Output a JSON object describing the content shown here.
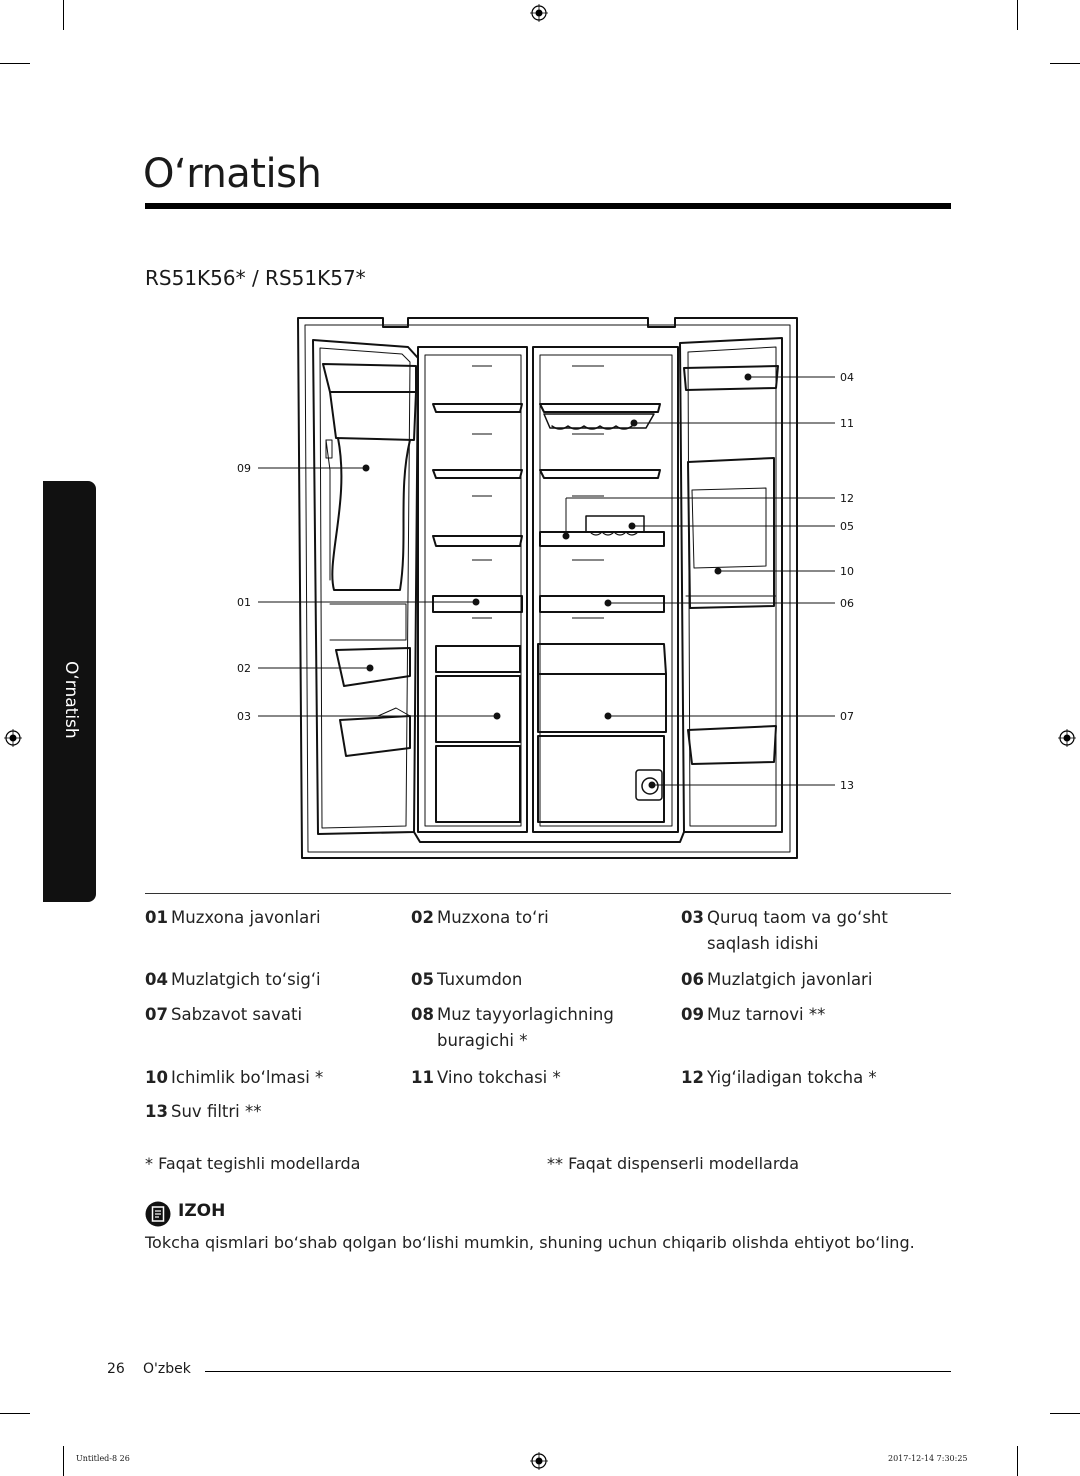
{
  "page": {
    "title": "O‘rnatish",
    "side_tab_label": "O‘rnatish",
    "model_heading": "RS51K56* / RS51K57*"
  },
  "diagram": {
    "callouts": [
      "04",
      "11",
      "09",
      "12",
      "05",
      "10",
      "01",
      "06",
      "02",
      "03",
      "07",
      "13"
    ]
  },
  "legend": {
    "items": [
      {
        "num": "01",
        "label": "Muzxona javonlari"
      },
      {
        "num": "02",
        "label": "Muzxona to‘ri"
      },
      {
        "num": "03",
        "label": "Quruq taom va go‘sht saqlash idishi"
      },
      {
        "num": "04",
        "label": "Muzlatgich to‘sig‘i"
      },
      {
        "num": "05",
        "label": "Tuxumdon"
      },
      {
        "num": "06",
        "label": "Muzlatgich javonlari"
      },
      {
        "num": "07",
        "label": "Sabzavot savati"
      },
      {
        "num": "08",
        "label": "Muz tayyorlagichning buragichi *"
      },
      {
        "num": "09",
        "label": "Muz tarnovi **"
      },
      {
        "num": "10",
        "label": "Ichimlik bo‘lmasi *"
      },
      {
        "num": "11",
        "label": "Vino tokchasi *"
      },
      {
        "num": "12",
        "label": "Yig‘iladigan tokcha *"
      },
      {
        "num": "13",
        "label": "Suv filtri **"
      }
    ],
    "footnote_single": "* Faqat tegishli modellarda",
    "footnote_double": "** Faqat dispenserli modellarda"
  },
  "note": {
    "label": "IZOH",
    "text": "Tokcha qismlari bo‘shab qolgan bo‘lishi mumkin, shuning uchun chiqarib olishda ehtiyot bo‘ling."
  },
  "footer": {
    "page_number": "26",
    "language": "O'zbek",
    "print_left": "Untitled-8   26",
    "print_right": "2017-12-14   7:30:25"
  }
}
